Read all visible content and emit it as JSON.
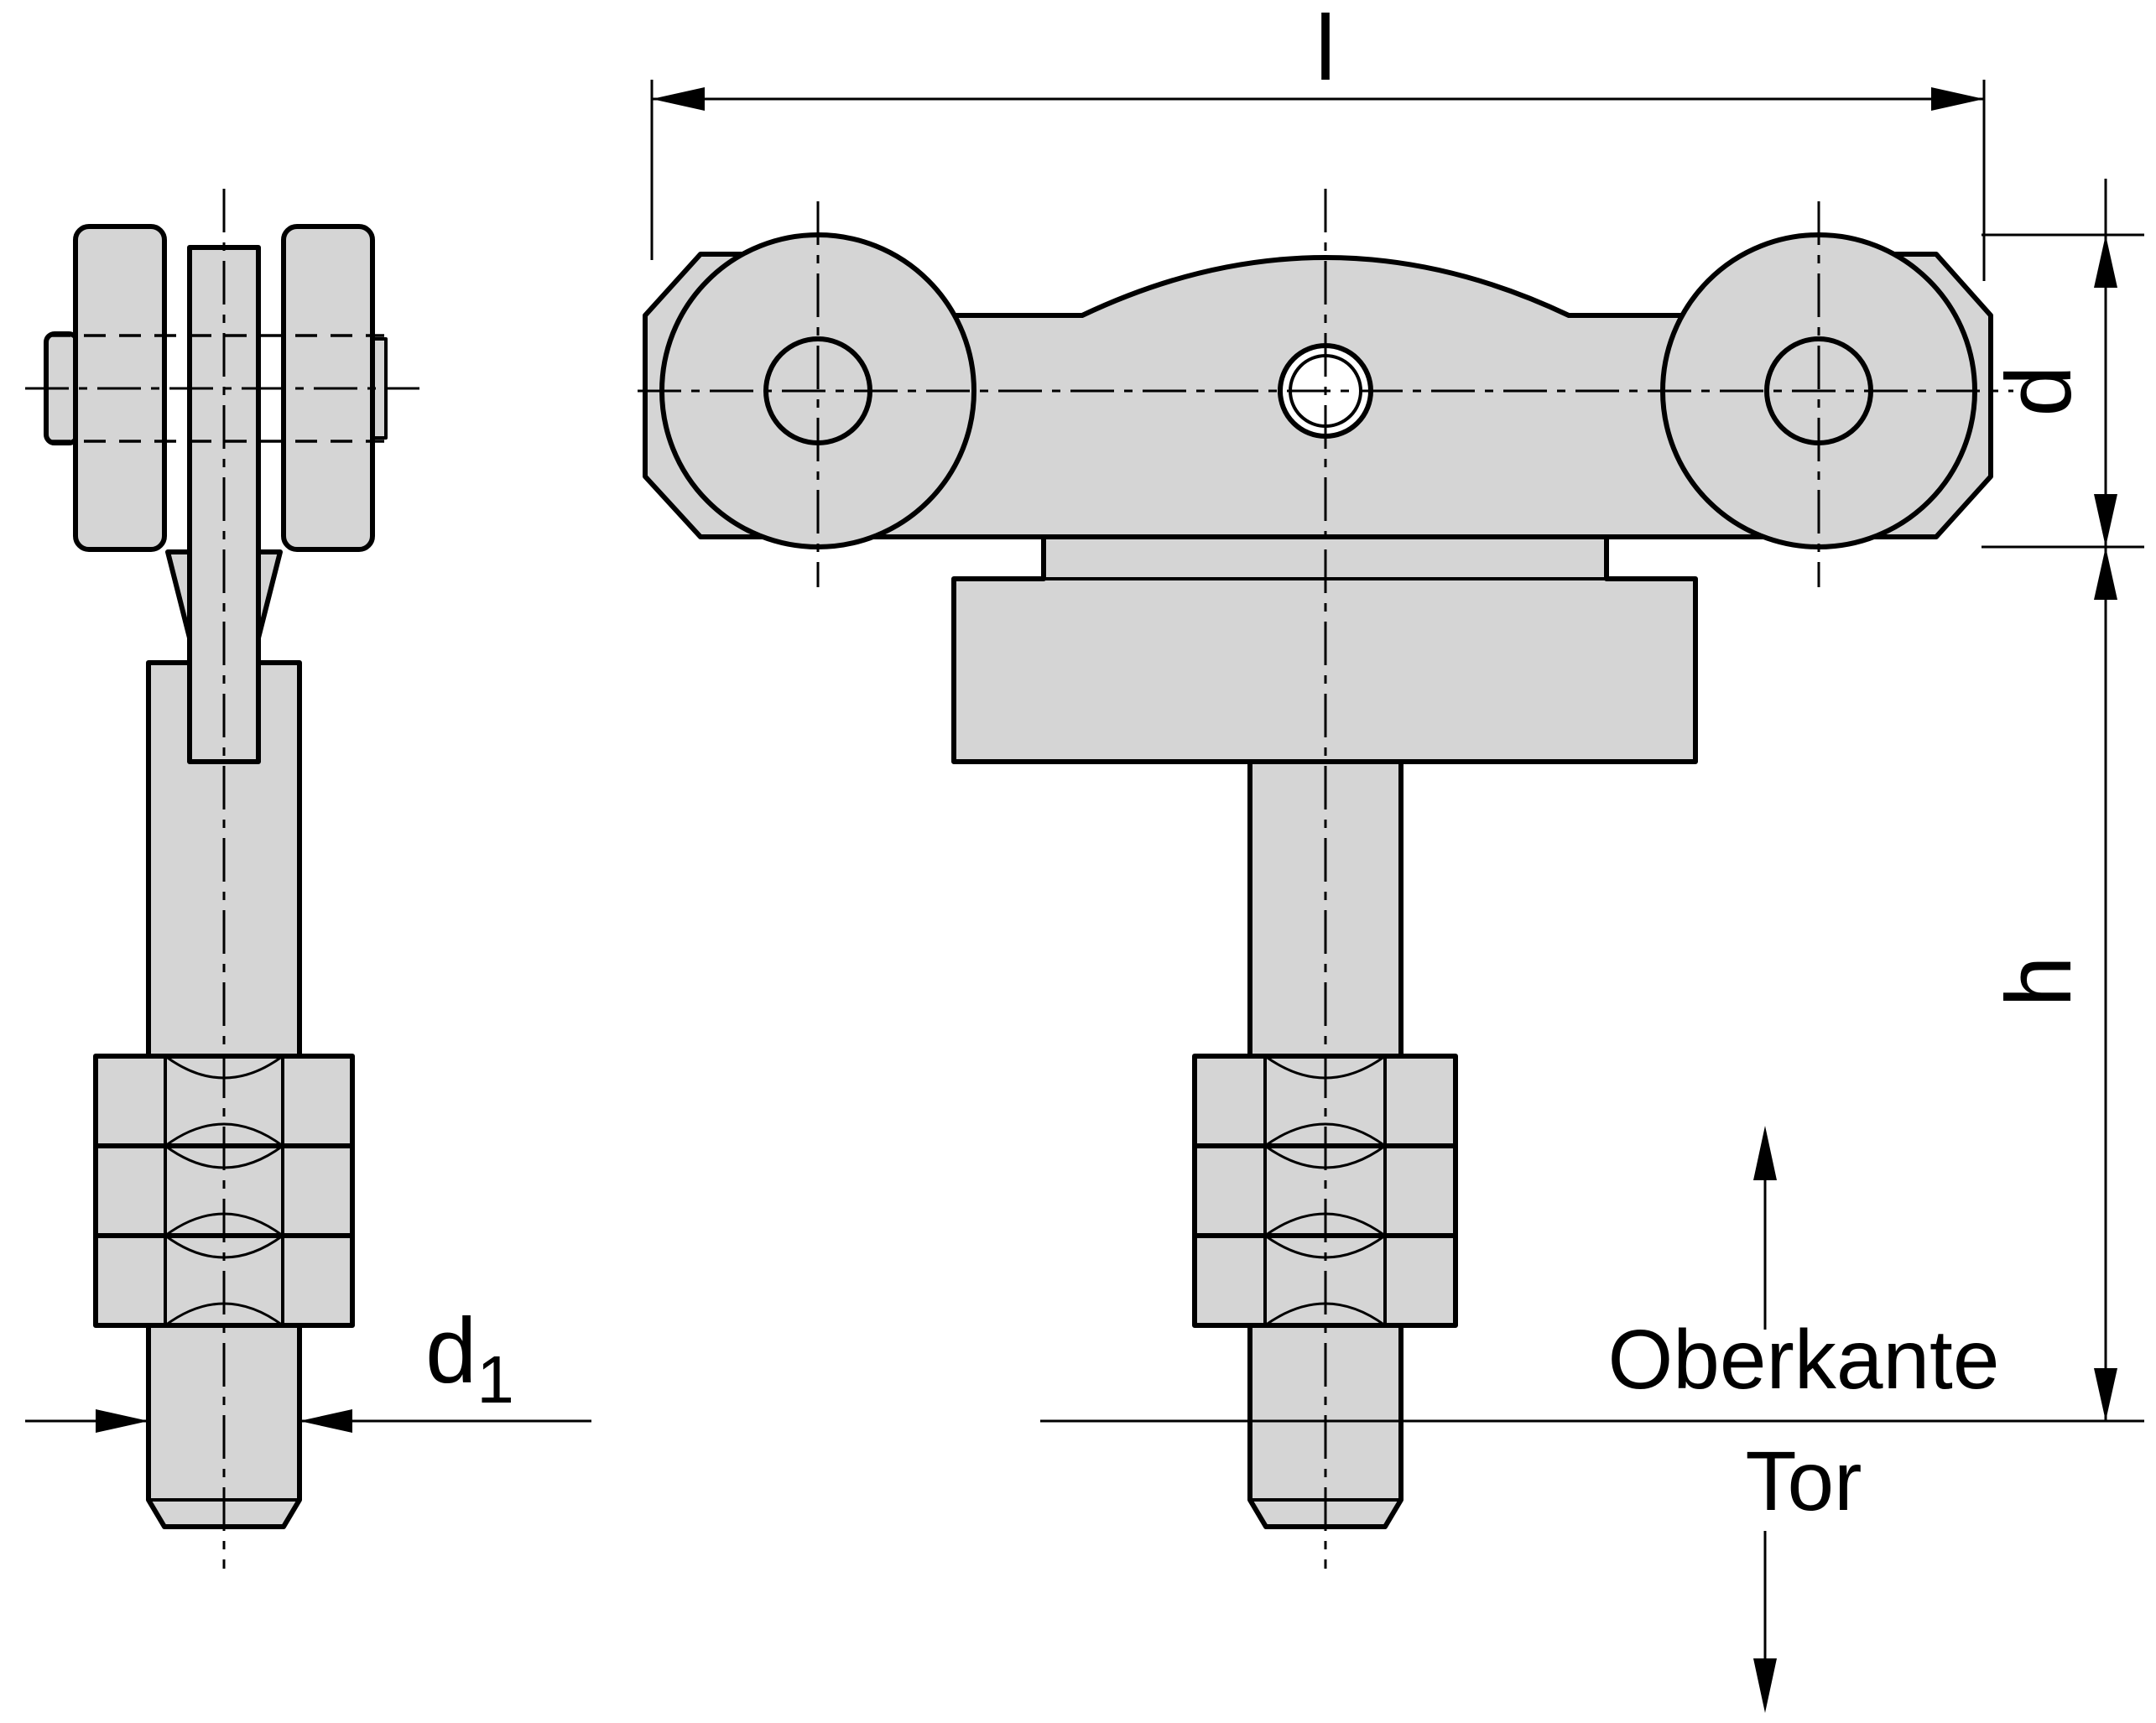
{
  "labels": {
    "length": "l",
    "diameter": "d",
    "height": "h",
    "thread_diameter": "d",
    "thread_diameter_sub": "1",
    "upper_edge_word": "Oberkante",
    "upper_edge_word2": "Tor"
  },
  "colors": {
    "part_fill": "#d5d5d5",
    "line": "#000000",
    "background": "#ffffff"
  }
}
